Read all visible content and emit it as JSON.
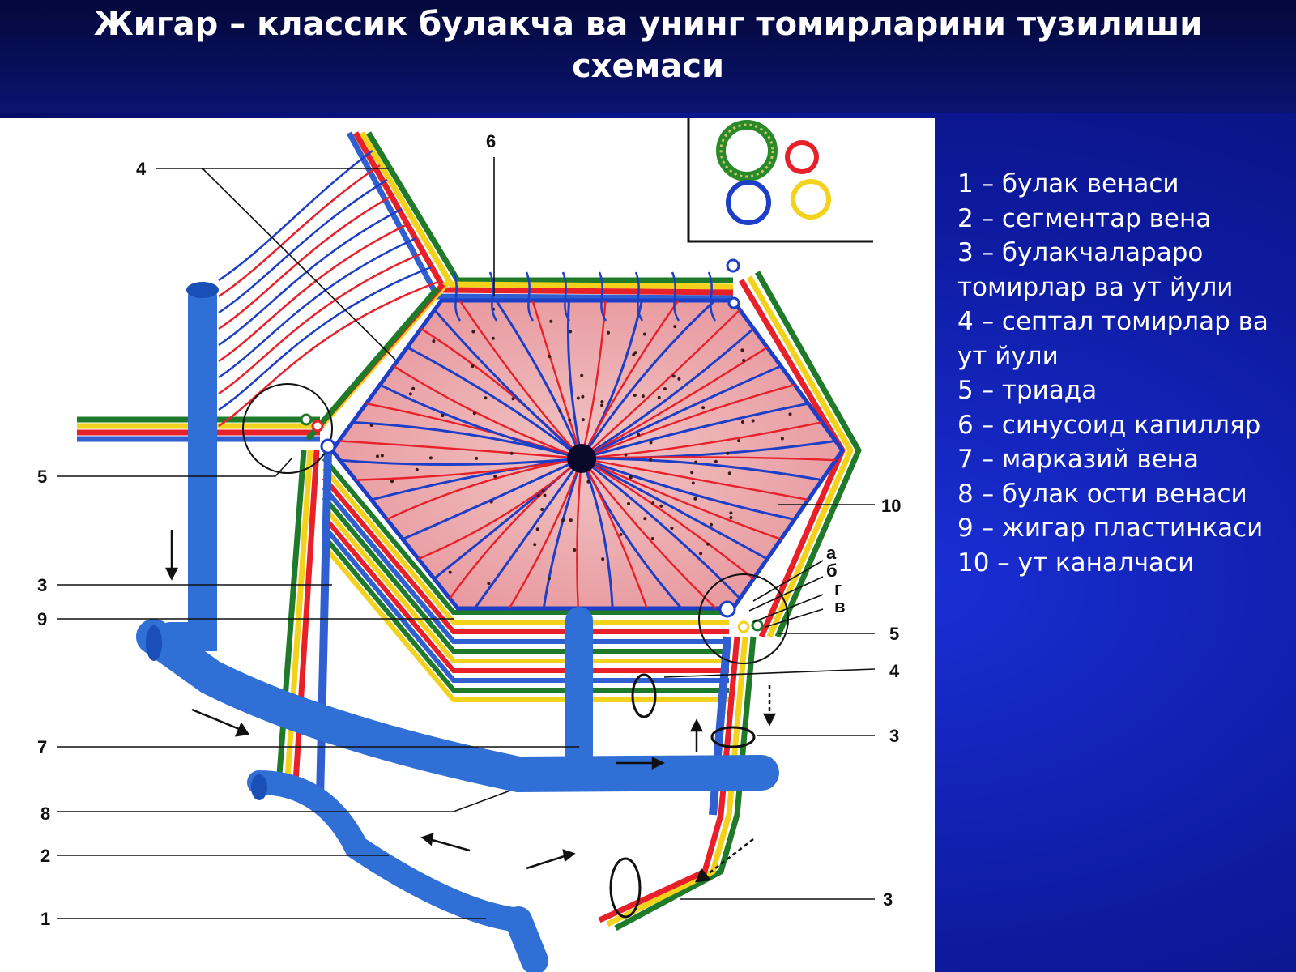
{
  "title": "Жигар – классик булакча ва унинг томирларини тузилиши схемаси",
  "legend": [
    "1 – булак венаси",
    "2 – сегментар вена",
    "3 – булакчалараро томирлар ва ут йули",
    "4 – септал томирлар ва ут йули",
    "5 – триада",
    "6 – синусоид капилляр",
    "7 – марказий вена",
    "8 – булак ости венаси",
    "9 – жигар пластинкаси",
    "10 – ут каналчаси"
  ],
  "figure_labels": {
    "n1": "1",
    "n2": "2",
    "n3a": "3",
    "n3b": "3",
    "n3c": "3",
    "n4a": "4",
    "n4b": "4",
    "n5a": "5",
    "n5b": "5",
    "n6": "6",
    "n7": "7",
    "n8": "8",
    "n9": "9",
    "n10": "10",
    "la": "а",
    "lb": "б",
    "lg": "г",
    "lv": "в"
  },
  "colors": {
    "vein": "#2f6fd6",
    "artery": "#e8202a",
    "bile_duct_yellow": "#f2d21a",
    "bile_duct_green": "#1f7a2a",
    "lobule_fill": "#e9a3a8",
    "slide_bg": "#0d1a9e"
  }
}
